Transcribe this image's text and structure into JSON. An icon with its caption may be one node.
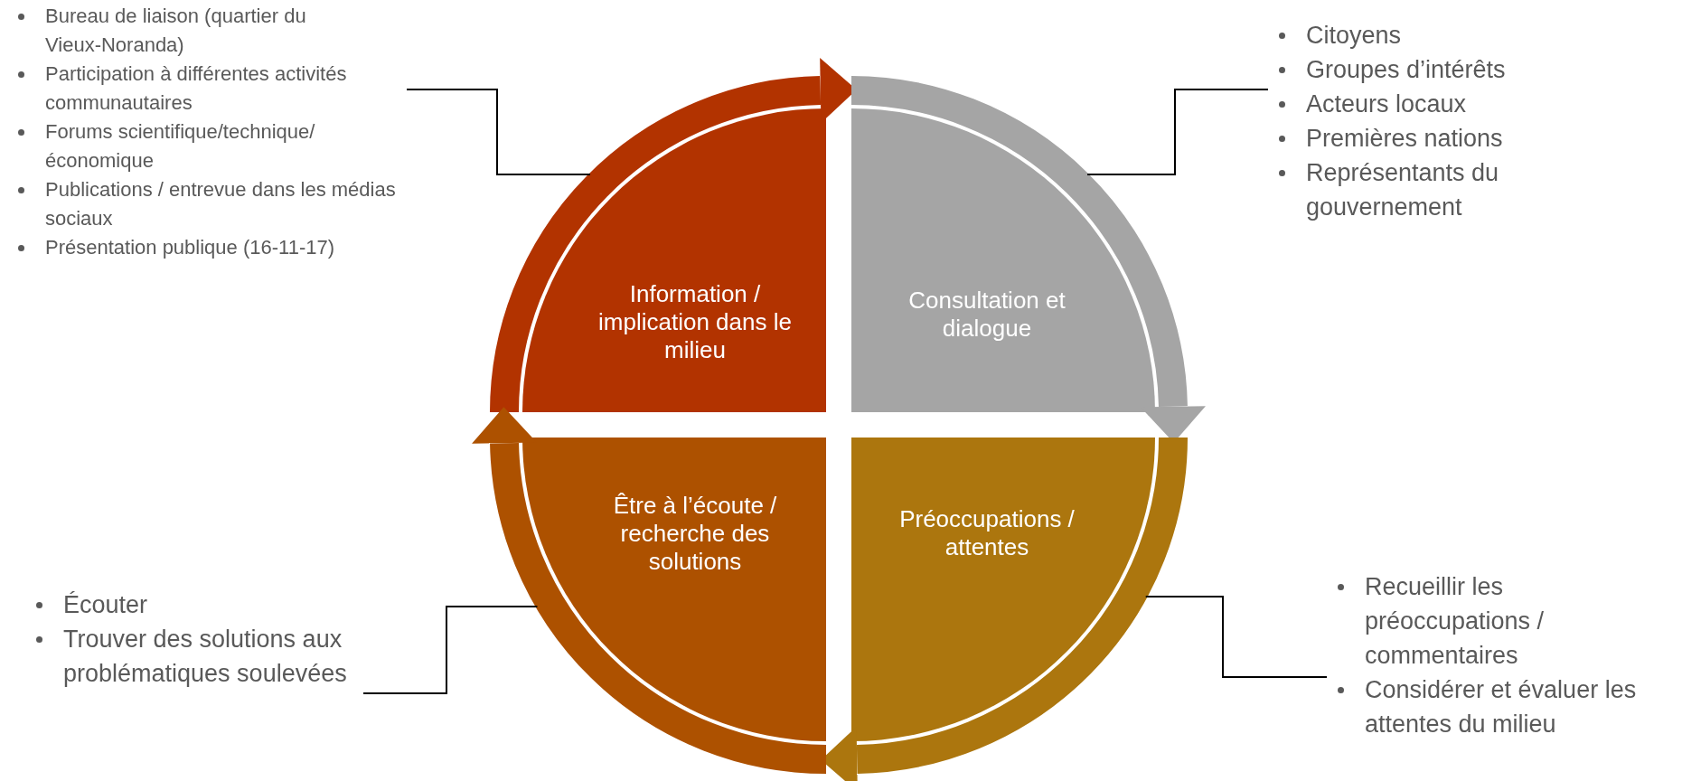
{
  "diagram": {
    "nodes": [
      {
        "text": [
          "Information / implication dans le milieu"
        ]
      },
      {
        "text": [
          "Consultation et dialogue"
        ]
      },
      {
        "text": [
          "Préoccupations / attentes"
        ]
      },
      {
        "text": [
          "Être à l’écoute / recherche des solutions"
        ]
      },
      {
        "text": [
          "Bureau de liaison (quartier du Vieux-Noranda)",
          "Participation à différentes activités communautaires",
          "Forums scientifique/technique/économique",
          "Publications / entrevue dans les médias sociaux",
          "Présentation publique (16-11-17)"
        ]
      },
      {
        "text": [
          "Citoyens",
          "Groupes d’intérêts",
          "Acteurs locaux",
          "Premières nations",
          "Représentants du gouvernement"
        ]
      },
      {
        "text": [
          "Recueillir les préoccupations / commentaires",
          "Considérer et évaluer les attentes du milieu"
        ]
      },
      {
        "text": [
          "Écouter",
          "Trouver des solutions aux problématiques soulevées"
        ]
      }
    ],
    "edges": [
      {
        "from": 0,
        "to": 1,
        "arrow": "to",
        "style": "thick",
        "color": "#b23300"
      },
      {
        "from": 1,
        "to": 2,
        "arrow": "to",
        "style": "thick",
        "color": "#a5a5a5"
      },
      {
        "from": 2,
        "to": 3,
        "arrow": "to",
        "style": "thick",
        "color": "#ac760e"
      },
      {
        "from": 3,
        "to": 0,
        "arrow": "to",
        "style": "thick",
        "color": "#ad5100"
      },
      {
        "from": 4,
        "to": 0,
        "arrow": "none"
      },
      {
        "from": 5,
        "to": 1,
        "arrow": "none"
      },
      {
        "from": 6,
        "to": 2,
        "arrow": "none"
      },
      {
        "from": 7,
        "to": 3,
        "arrow": "none"
      }
    ]
  }
}
